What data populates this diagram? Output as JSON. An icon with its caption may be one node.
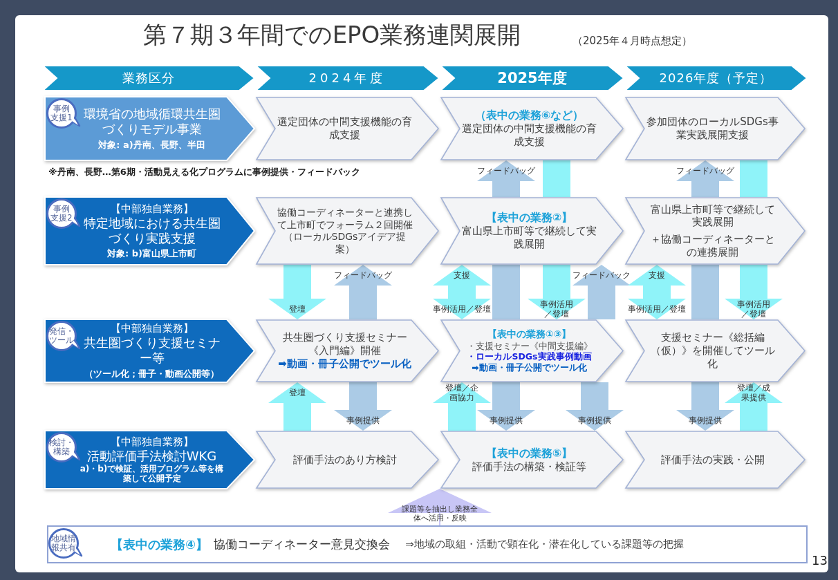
{
  "diagram": {
    "title": "第７期３年間でのEPO業務連関展開",
    "nodes": [
      {
        "text": [
          "業務区分"
        ]
      },
      {
        "text": [
          "2024年度"
        ]
      },
      {
        "text": [
          "2025年度"
        ]
      },
      {
        "text": [
          "2026年度（予定）"
        ]
      },
      {
        "text": [
          "環境省の地域循環共生圏づくりモデル事業",
          "対象: a)丹南、長野、半田"
        ]
      },
      {
        "text": [
          "事例支援1"
        ],
        "in": 4
      },
      {
        "text": [
          "選定団体の中間支援機能の育成支援"
        ]
      },
      {
        "text": [
          "（表中の業務⑥など）",
          "選定団体の中間支援機能の育成支援"
        ]
      },
      {
        "text": [
          "参加団体のローカルSDGs事業実践展開支援"
        ]
      },
      {
        "text": [
          "【中部独自業務】",
          "特定地域における共生圏づくり実践支援",
          "対象: b)富山県上市町"
        ]
      },
      {
        "text": [
          "事例支援2"
        ],
        "in": 9
      },
      {
        "text": [
          "協働コーディネーターと連携して上市町でフォーラム２回開催（ローカルSDGsアイデア提案）"
        ]
      },
      {
        "text": [
          "【表中の業務②】",
          "富山県上市町等で継続して実践展開"
        ]
      },
      {
        "text": [
          "富山県上市町等で継続して実践展開",
          "＋協働コーディネーターとの連携展開"
        ]
      },
      {
        "text": [
          "【中部独自業務】",
          "共生圏づくり支援セミナー等",
          "（ツール化；冊子・動画公開等）"
        ]
      },
      {
        "text": [
          "発信・ツール"
        ],
        "in": 14
      },
      {
        "text": [
          "共生圏づくり支援セミナー《入門編》開催",
          "➡動画・冊子公開でツール化"
        ]
      },
      {
        "text": [
          "【表中の業務①③】",
          "・支援セミナー《中間支援編》",
          "・ローカルSDGs実践事例動画",
          "➡動画・冊子公開でツール化"
        ]
      },
      {
        "text": [
          "支援セミナー《総括編（仮）》を開催してツール化"
        ]
      },
      {
        "text": [
          "【中部独自業務】",
          "活動評価手法検討WKG",
          "a)・b)で検証、活用プログラム等を構築して公開予定"
        ]
      },
      {
        "text": [
          "検討・構築"
        ],
        "in": 19
      },
      {
        "text": [
          "評価手法のあり方検討"
        ]
      },
      {
        "text": [
          "【表中の業務⑤】",
          "評価手法の構築・検証等"
        ]
      },
      {
        "text": [
          "評価手法の実践・公開"
        ]
      },
      {
        "text": [
          "【表中の業務④】",
          "協働コーディネーター意見交換会",
          "⇒地域の取組・活動で顕在化・潜在化している課題等の把握"
        ]
      },
      {
        "text": [
          "地域情報共有"
        ],
        "in": 24
      }
    ],
    "edges": [
      {
        "from": 16,
        "to": 11,
        "arrow": "to",
        "label": "フィードバッグ",
        "color": "#abcbe6"
      },
      {
        "from": 16,
        "to": 21,
        "arrow": "to",
        "label": "事例提供",
        "color": "#abcbe6"
      },
      {
        "from": 11,
        "to": 16,
        "arrow": "to",
        "label": "登壇",
        "color": "#8ff3f9"
      },
      {
        "from": 21,
        "to": 16,
        "arrow": "to",
        "label": "登壇",
        "color": "#8ff3f9"
      },
      {
        "from": 12,
        "to": 7,
        "arrow": "to",
        "label": "フィードバッグ",
        "color": "#abcbe6"
      },
      {
        "from": 12,
        "to": 17,
        "arrow": "none",
        "color": "#abcbe6"
      },
      {
        "from": 17,
        "to": 22,
        "arrow": "to",
        "label": "事例提供",
        "color": "#abcbe6"
      },
      {
        "from": 17,
        "to": 12,
        "arrow": "both",
        "label": "支援",
        "color": "#8ff3f9"
      },
      {
        "from": 22,
        "to": 17,
        "arrow": "to",
        "label": "登壇／企画協力",
        "color": "#8ff3f9"
      },
      {
        "from": 7,
        "to": 12,
        "arrow": "none",
        "color": "#8ff3f9"
      },
      {
        "from": 12,
        "to": 17,
        "arrow": "to",
        "label": "事例活用／登壇",
        "color": "#8ff3f9"
      },
      {
        "from": 17,
        "to": 12,
        "arrow": "to",
        "label": "フィードバック",
        "color": "#abcbe6"
      },
      {
        "from": 17,
        "to": 22,
        "arrow": "to",
        "label": "事例提供",
        "color": "#abcbe6"
      },
      {
        "from": 18,
        "to": 13,
        "arrow": "both",
        "label": "支援",
        "color": "#8ff3f9"
      },
      {
        "from": 13,
        "to": 8,
        "arrow": "to",
        "label": "フィードバッグ",
        "color": "#abcbe6"
      },
      {
        "from": 13,
        "to": 18,
        "arrow": "none",
        "color": "#abcbe6"
      },
      {
        "from": 18,
        "to": 23,
        "arrow": "to",
        "label": "事例提供",
        "color": "#abcbe6"
      },
      {
        "from": 8,
        "to": 13,
        "arrow": "none",
        "color": "#8ff3f9"
      },
      {
        "from": 13,
        "to": 18,
        "arrow": "to",
        "label": "事例活用／登壇",
        "color": "#8ff3f9"
      },
      {
        "from": 23,
        "to": 18,
        "arrow": "to",
        "label": "登壇／成果提供",
        "color": "#8ff3f9"
      },
      {
        "from": 24,
        "to": 22,
        "arrow": "to",
        "label": "課題等を抽出し業務全体へ活用・反映",
        "color": "#c8c6f6"
      }
    ],
    "labels": [
      "（2025年４月時点想定）",
      "※丹南、長野…第6期・活動見える化プログラムに事例提供・フィードバック",
      "事例活用／登壇",
      "事例活用／登壇",
      "13"
    ]
  }
}
